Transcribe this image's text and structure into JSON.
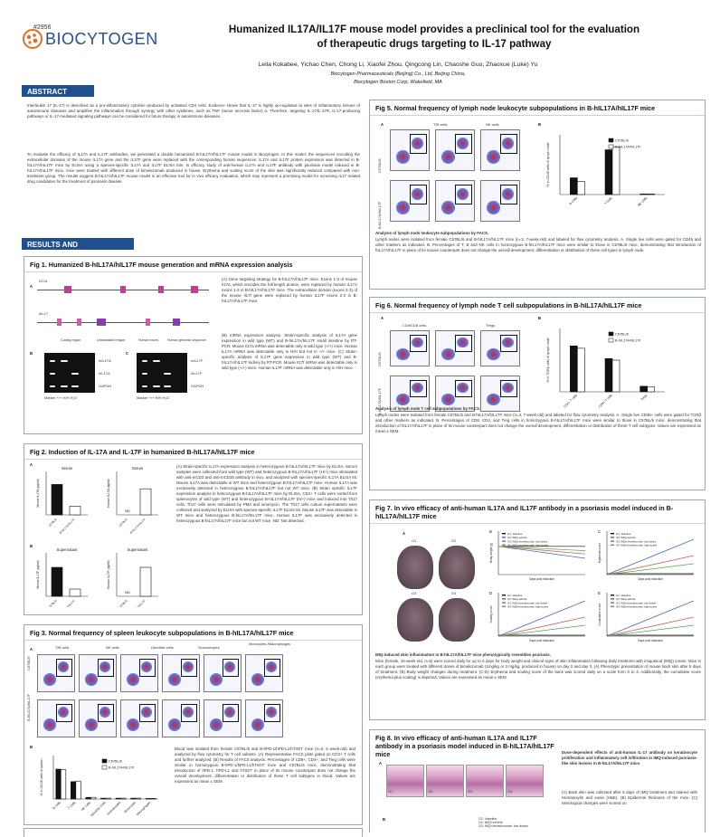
{
  "header": {
    "poster_id": "#2956",
    "brand": "BIOCYTOGEN",
    "title_line1": "Humanized IL17A/IL17F mouse model provides a preclinical tool for the evaluation",
    "title_line2": "of therapeutic drugs targeting to IL-17 pathway",
    "authors": "Leila Kokabee, Yichao Chen, Chong Li, Xiaofei Zhou, Qingcong Lin, Chaoshe Guo, Zhaoxue (Luke) Yu",
    "affil1": "Biocytogen Pharmaceuticals (Beijing) Co., Ltd, Beijing China,",
    "affil2": "Biocytogen Boston Corp, Wakefield, MA"
  },
  "abstract": {
    "heading": "ABSTRACT",
    "p1": "Interleukin 17 (IL-17) is described as a pro-inflammatory cytokine produced by activated CD4 cells. Evidence shows that IL-17 is highly up-regulated at sites of inflammatory tissues of autoimmune diseases and amplifies the inflammation through synergy with other cytokines, such as TNF (tumor necrosis factor) α. Therefore, targeting IL-17/IL-17R, IL-17-producing pathways or IL-17-mediated signaling pathways can be considered for future therapy in autoimmune diseases.",
    "p2": "To evaluate the efficacy of IL17A and IL17F antibodies, we generated a double humanized B-hIL17A/hIL17F mouse model in Biocytogen. In this model, the sequences encoding the extracellular domains of the mouse IL17A gene and the IL17F gene were replaced with the corresponding human sequences. IL17A and IL17F protein expression was detected in B-hIL17A/hIL17F mice by ELISA using a species-specific IL17A and IL17F ELISA kits. In efficacy study of anti-human IL17A and IL17F antibody with psoriasis model induced in B-hIL17A/hIL17F mice, mice were treated with different dose of bimekizumab produced in house. Erythema and scaling score of the skin was significantly reduced compared with non-treatment group. The results suggest B-hIL17A/hIL17F mouse model is an effective tool for in vivo efficacy evaluation, which may represent a promising model for screening IL17 related drug candidates for the treatment of psoriasis disease."
  },
  "results_heading": "RESULTS AND DISCUSSIONS",
  "fig1": {
    "title": "Fig 1. Humanized B-hIL17A/hIL17F mouse generation and mRNA expression analysis",
    "text": "(A) Gene targeting strategy for B-hIL17A/hIL17F mice. Exons 1-3 of mouse Il17a, which encodes the full-length protein, were replaced by human IL17A exons 1-3 in B-hIL17A/hIL17F mice. The extracellular domain (exons 2-3) of the mouse Il17f gene were replaced by human IL17F exons 2-3 in B-hIL17A/hIL17F mice.",
    "text2": "(B) mRNA expression analysis. Strain-specific analysis of IL17A gene expression in wild type (WT) and B-hIL17A/hIL17F small intestine by RT-PCR. Mouse Il17a mRNA was detectable only in wild type (+/+) mice. Human IL17A mRNA was detectable only in H/H but not in +/+ mice. (C) Strain-specific analysis of IL17F gene expression in wild type (WT) and B-hIL17A/hIL17F kidney by RT-PCR. Mouse Il17f mRNA was detectable only in wild type (+/+) mice. Human IL17F mRNA was detectable only in H/H mice.",
    "panel_a": "A",
    "panel_b": "B",
    "panel_c": "C",
    "gene_a": "Il17A",
    "gene_b": "hIL17",
    "legend_items": [
      "Coding region",
      "Untranslated region",
      "Human exons",
      "Human genomic sequence"
    ],
    "gel_b_labels": [
      "mIL17A",
      "hIL17A",
      "GAPDH"
    ],
    "gel_c_labels": [
      "mIL17F",
      "hIL17F",
      "GAPDH"
    ],
    "gel_lanes": "Marker  +/+  H/H  H₂O"
  },
  "fig2": {
    "title": "Fig 2. Induction of IL-17A and IL-17F in humanized B-hIL17A/hIL17F mice",
    "text": "(A) Strain-specific IL17A expression analysis in heterozygous B-hIL17A/hIL17F mice by ELISA. Serum samples were collected from wild type (WT) and heterozygous B-hIL17A/hIL17F (H/+) mice stimulated with anti-mCD3 and anti-mCD28 antibody in vivo, and analyzed with species-specific IL17A ELISA kit. Mouse IL17A was detectable in WT mice and heterozygous B-hIL17A/hIL17F mice. Human IL17A was exclusively detected in heterozygous B-hIL17A/hIL17F but not WT mice. (B) Strain specific IL17F expression analysis in heterozygous B-hIL17A/hIL17F mice by ELISA. CD4+ T cells were sorted from splenocytes of wild type (WT) and heterozygous B-hIL17A/hIL17F (H/+) mice and induced into Th17 cells. Th17 cells were stimulated by PMA and ionomycin. The Th17 cells culture supernatants were collected and analyzed by ELISA with species-specific IL17F ELISA kit. Mouse IL17F was detectable in WT mice and heterozygous B-hIL17A/hIL17F mice. Human IL17F was exclusively detected in heterozygous B-hIL17A/hIL17F mice but not WT mice. ND: Not detected.",
    "panel_a": "A",
    "panel_b": "B",
    "serum": "Serum",
    "supernatant": "Supernatant",
    "ylab_a1": "Mouse IL17A (pg/ml)",
    "ylab_a2": "Human IL17A (pg/ml)",
    "ylab_b1": "Mouse IL17F (pg/ml)",
    "ylab_b2": "Human IL17F (pg/ml)",
    "nd": "ND",
    "groups": [
      "C57BL/6",
      "B-hIL17A/hIL17F"
    ]
  },
  "fig3": {
    "title": "Fig 3. Normal frequency of spleen leukocyte subpopulations in B-hIL17A/hIL17F mice",
    "text": "Blood was isolated from female C57BL/6 and B-hPD-1/hPD-L1/hTIGIT mice (n=3, 6 week-old) and analyzed by flow cytometry for T cell subsets. (A) Representative FACS plots gated on CD3+ T cells and further analyzed. (B) Results of FACS analysis. Percentages of CD8+, CD4+, and Treg cells were similar in homozygous B-hPD-1/hPD-L1/hTIGIT mice and C57BL/6 mice, demonstrating that introduction of hPD-1, hPD-L1 and hTIGIT in place of its mouse counterpart does not change the overall development, differentiation or distribution of these T cell subtypes in blood. Values are expressed as mean ± SEM.",
    "panel_a": "A",
    "panel_b": "B",
    "col_labels": [
      "T/B cells",
      "NK cells",
      "Dendritic cells",
      "Granulocytes",
      "Monocytes /Macrophages"
    ],
    "row_labels": [
      "C57BL/6",
      "B-hIL17A/hIL17F"
    ],
    "legend": [
      "C57BL/6",
      "B-hIL17A/hIL17F"
    ],
    "ylabel": "% in CD45 cells of spleen",
    "categories": [
      "B Cells",
      "T Cells",
      "NK Cells",
      "Dendritic Cells",
      "Granulocytes",
      "Monocytes",
      "Macrophages"
    ]
  },
  "fig5": {
    "title": "Fig 5. Normal frequency of lymph node leukocyte subpopulations in B-hIL17A/hIL17F mice",
    "caption_title": "Analysis of lymph node leukocyte subpopulations by FACS.",
    "caption": "Lymph nodes were isolated from female C57BL/6 and B-hIL17A/hIL17F mice (n=3, 7-week-old) and labeled for flow cytometry analysis. A. Single live cells were gated for CD45 and other markers as indicated. B. Percentages of T, B and NK cells in homozygous B-hIL17A/hIL17F mice were similar to those in C57BL/6 mice, demonstrating that introduction of hIL17A/hIL17F in place of its mouse counterpart does not change the overall development, differentiation or distribution of these cell types in lymph node.",
    "panel_a": "A",
    "panel_b": "B",
    "col_labels": [
      "T/B cells",
      "NK cells"
    ],
    "row_labels": [
      "C57BL/6",
      "B-hIL17A/hIL17F"
    ],
    "legend": [
      "C57BL/6",
      "B-hIL17A/hIL17F"
    ],
    "ylabel": "% in CD45 cells of lymph node",
    "categories": [
      "B Cells",
      "T Cells",
      "NK Cells"
    ]
  },
  "fig6": {
    "title": "Fig 6. Normal frequency of lymph node T cell subpopulations in B-hIL17A/hIL17F mice",
    "caption_title": "Analysis of lymph node T cell subpopulations by FACS.",
    "caption": "Lymph nodes were isolated from female C57BL/6 and B-hIL17A/hIL17F mice (n=3, 7-week-old) and labeled for flow cytometry analysis. A. Single live CD45+ cells were gated for TCRβ and other markers as indicated. B. Percentages of CD8, CD4, and Treg cells in homozygous B-hIL17A/hIL17F mice were similar to those in C57BL/6 mice, demonstrating that introduction of hIL17A/hIL17F in place of its mouse counterpart does not change the overall development, differentiation or distribution of these T cell subtypes. Values are expressed as mean ± SEM.",
    "panel_a": "A",
    "panel_b": "B",
    "col_labels": [
      "CD4/CD8 cells",
      "Tregs"
    ],
    "row_labels": [
      "C57BL/6",
      "B-hIL17A/hIL17F"
    ],
    "legend": [
      "C57BL/6",
      "B-hIL17A/hIL17F"
    ],
    "ylabel": "% in TCRβ cells of lymph node",
    "categories": [
      "CD4+ T cells",
      "CD8+ T cells",
      "Tregs"
    ]
  },
  "fig7": {
    "title": "Fig 7. In vivo efficacy of anti-human IL17A and IL17F antibody in a psoriasis model induced in B-hIL17A/hIL17F mice",
    "caption_title": "IMQ-induced skin inflammation in B-hIL17A/hIL17F mice phenotypically resembles psoriasis.",
    "caption": "Mice (female, 10-week-old, n=5) were scored daily for up to 6 days for body weight and clinical signs of skin inflammation following daily treatment with imiquimod (IMQ) cream. Mice in each group were treated with different doses of bimekizumab (1mg/kg or 3 mg/kg, produced in house) on day 0 and day 3. (A) Phenotypic presentation of mouse back skin after 6 days of treatment. (B) Body weight changes during treatment. (C-D) Erythema and scaling score of the back was scored daily on a scale from 0 to 4. Additionally, the cumulative score (erythema plus scaling) is depicted. Values are expressed as mean ± SEM.",
    "panel_labels": [
      "A",
      "B",
      "C",
      "D",
      "E"
    ],
    "mouse_labels": [
      "G1",
      "G2",
      "G3",
      "G4"
    ],
    "legend": [
      "G1: Vaseline",
      "G2: IMQ+vehicle",
      "G3: IMQ+bimekizumab, low doses",
      "G4: IMQ+bimekizumab, high doses"
    ],
    "xlabel": "Days post induction",
    "ylabels": [
      "Body weight (g)",
      "Erythema score",
      "Scaling score",
      "Cumulative score"
    ]
  },
  "fig8": {
    "title": "Fig 8. In vivo efficacy of anti-human IL17A and IL17F antibody in a psoriasis model induced in B-hIL17A/hIL17F mice",
    "text_title": "Dose-dependent effects of anti-human IL-17 antibody on keratinocyte proliferation and inflammatory cell infiltration in IMQ-induced psoriasis-like skin lesions in B-hIL17A/hIL17F mice.",
    "text": "(A) Back skin was collected after 6 days of IMQ treatment and stained with Hematoxylin and eosin (H&E). (B) Epidermal thickness of the mice. (C) Histological changes were scored on",
    "panel_a": "A",
    "panel_b": "B",
    "section_labels": [
      "G1",
      "G2",
      "G3",
      "G4"
    ],
    "legend": [
      "G1: Vaseline",
      "G2: IMQ+vehicle",
      "G3: IMQ+bimekizumab, low doses",
      "G4: IMQ+bimekizumab, high doses"
    ]
  },
  "chart_data": [
    {
      "type": "bar",
      "title": "Serum",
      "ylabel": "Mouse IL17A (pg/ml)",
      "categories": [
        "C57BL/6",
        "B-hIL17A/hIL17F"
      ],
      "values": [
        1050,
        300
      ],
      "ylim": [
        0,
        1500
      ]
    },
    {
      "type": "bar",
      "title": "Serum",
      "ylabel": "Human IL17A (pg/ml)",
      "categories": [
        "C57BL/6",
        "B-hIL17A/hIL17F"
      ],
      "values": [
        0,
        900
      ],
      "ylim": [
        0,
        1500
      ]
    },
    {
      "type": "bar",
      "title": "Supernatant",
      "ylabel": "Mouse IL17F (pg/ml)",
      "categories": [
        "C57BL/6",
        "B-hIL17A/hIL17F"
      ],
      "values": [
        1000,
        250
      ],
      "ylim": [
        0,
        1500
      ]
    },
    {
      "type": "bar",
      "title": "Supernatant",
      "ylabel": "Human IL17F (pg/ml)",
      "categories": [
        "C57BL/6",
        "B-hIL17A/hIL17F"
      ],
      "values": [
        0,
        1000
      ],
      "ylim": [
        0,
        1500
      ]
    },
    {
      "type": "bar",
      "ylabel": "% in CD45 cells of spleen",
      "categories": [
        "B Cells",
        "T Cells",
        "NK Cells",
        "Dendritic Cells",
        "Granulocytes",
        "Monocytes",
        "Macrophages"
      ],
      "series": [
        {
          "name": "C57BL/6",
          "values": [
            55,
            32,
            3,
            1.5,
            1.5,
            1.5,
            1
          ]
        },
        {
          "name": "B-hIL17A/hIL17F",
          "values": [
            54,
            33,
            3,
            1.5,
            1.5,
            1.5,
            1
          ]
        }
      ],
      "ylim": [
        0,
        80
      ]
    },
    {
      "type": "bar",
      "ylabel": "% in CD45 cells of lymph node",
      "categories": [
        "B Cells",
        "T Cells",
        "NK Cells"
      ],
      "series": [
        {
          "name": "C57BL/6",
          "values": [
            28,
            75,
            1
          ]
        },
        {
          "name": "B-hIL17A/hIL17F",
          "values": [
            22,
            80,
            1
          ]
        }
      ],
      "ylim": [
        0,
        100
      ]
    },
    {
      "type": "bar",
      "ylabel": "% in TCRβ cells of lymph node",
      "categories": [
        "CD4+ T cells",
        "CD8+ T cells",
        "Tregs"
      ],
      "series": [
        {
          "name": "C57BL/6",
          "values": [
            58,
            42,
            7
          ]
        },
        {
          "name": "B-hIL17A/hIL17F",
          "values": [
            55,
            40,
            6
          ]
        }
      ],
      "ylim": [
        0,
        80
      ]
    }
  ]
}
